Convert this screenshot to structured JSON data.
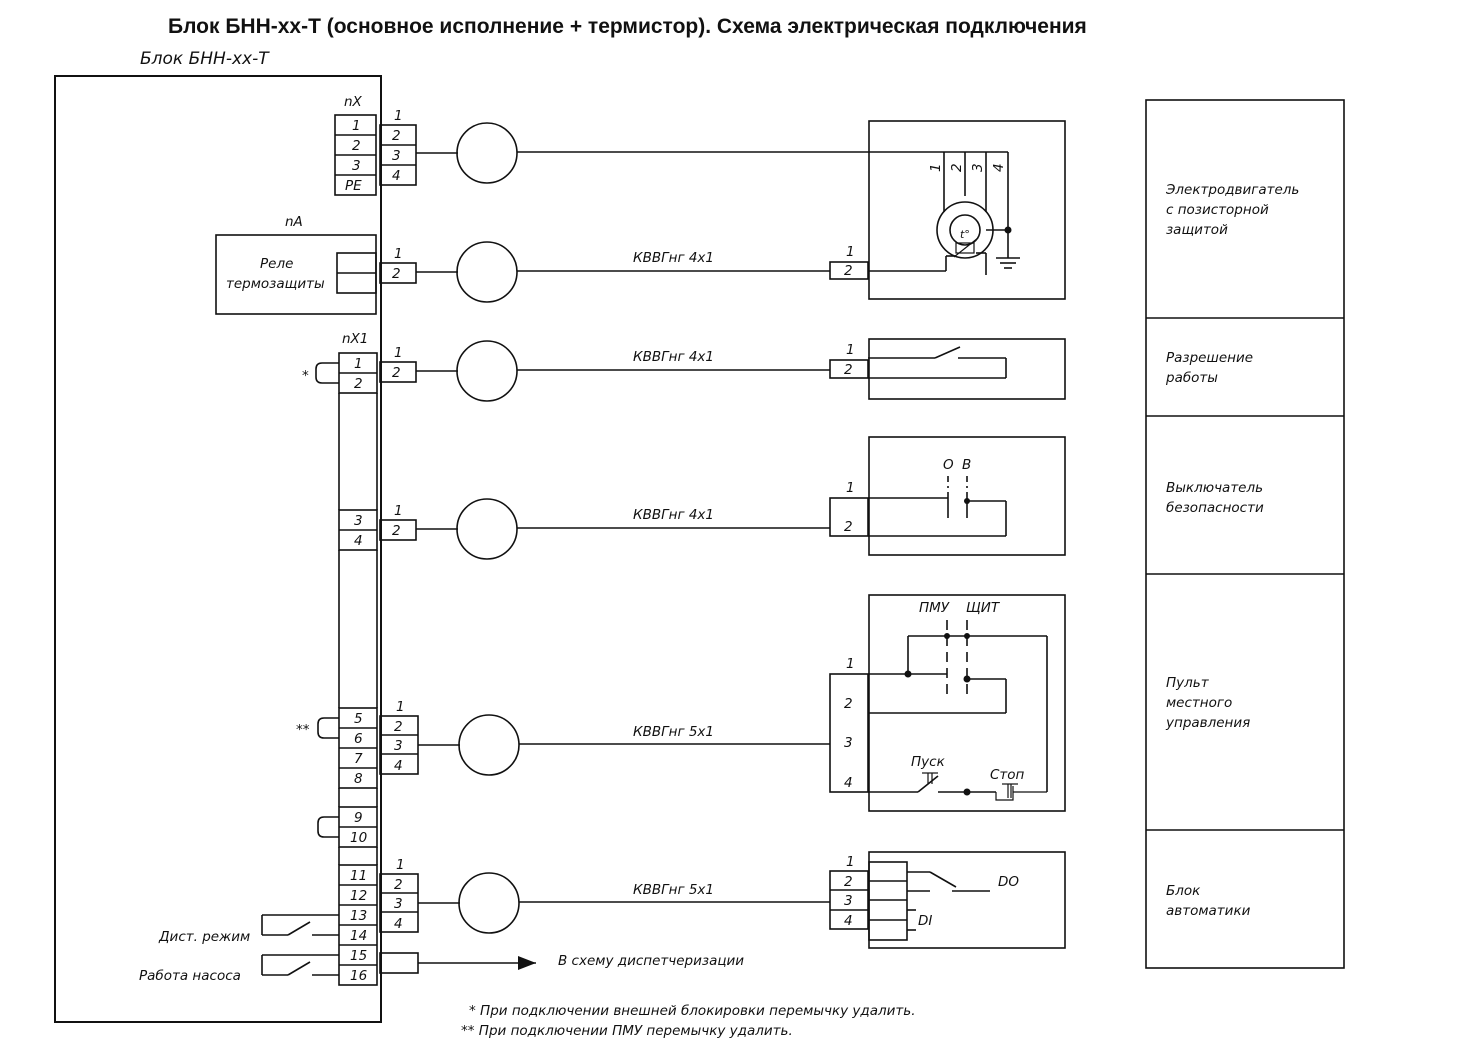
{
  "title": "Блок БНН-хх-Т (основное исполнение + термистор). Схема электрическая подключения",
  "block_label": "Блок БНН-хх-Т",
  "connectors": {
    "nX": "nX",
    "nA": "nA",
    "nX1": "nX1"
  },
  "nx_terminals": [
    "1",
    "2",
    "3",
    "PE"
  ],
  "relay_label": [
    "Реле",
    "термозащиты"
  ],
  "nx1_terminals": [
    "1",
    "2",
    "3",
    "4",
    "5",
    "6",
    "7",
    "8",
    "9",
    "10",
    "11",
    "12",
    "13",
    "14",
    "15",
    "16"
  ],
  "pin_numbers": [
    "1",
    "2",
    "3",
    "4",
    "5"
  ],
  "cables": {
    "c4": "КВВГнг 4х1",
    "c5": "КВВГнг 5х1"
  },
  "switch_labels": {
    "o": "О",
    "v": "В",
    "pmu": "ПМУ",
    "shchit": "ЩИТ",
    "pusk": "Пуск",
    "stop": "Стоп",
    "do": "DO",
    "di": "DI",
    "t": "t°"
  },
  "left_labels": {
    "dist": "Дист. режим",
    "work": "Работа насоса"
  },
  "dispatch": "В схему диспетчеризации",
  "devices": [
    [
      "Электродвигатель",
      "с позисторной",
      "защитой"
    ],
    [
      "Разрешение",
      "работы"
    ],
    [
      "Выключатель",
      "безопасности"
    ],
    [
      "Пульт",
      "местного",
      "управления"
    ],
    [
      "Блок",
      "автоматики"
    ]
  ],
  "marks": {
    "star": "*",
    "dstar": "**"
  },
  "footnotes": [
    "* При подключении внешней блокировки перемычку удалить.",
    "** При подключении ПМУ перемычку удалить."
  ]
}
